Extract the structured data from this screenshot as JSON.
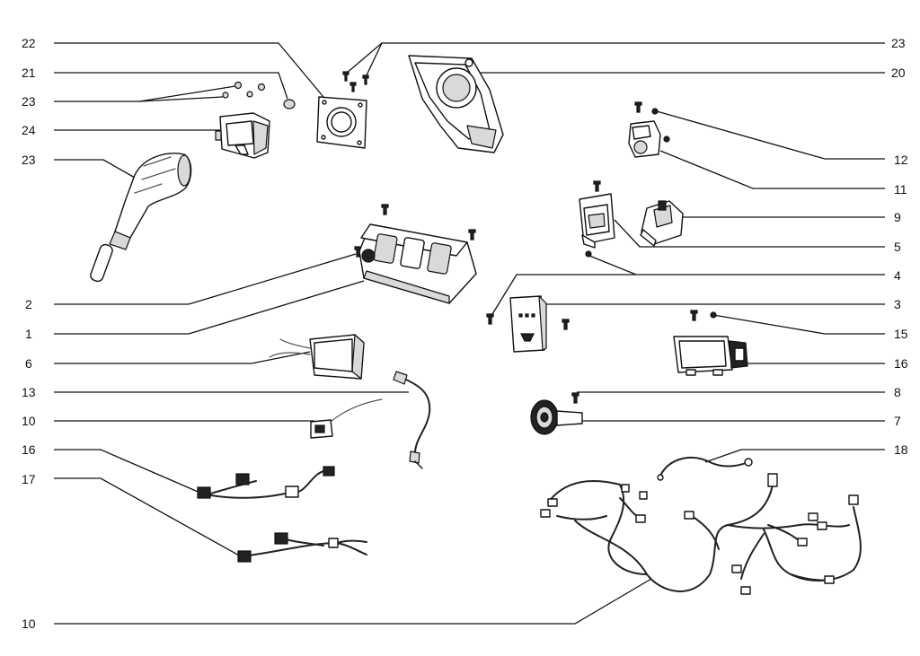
{
  "labels": {
    "left": [
      "22",
      "21",
      "23",
      "24",
      "23",
      "2",
      "1",
      "6",
      "13",
      "10",
      "16",
      "17",
      "10"
    ],
    "right": [
      "23",
      "20",
      "12",
      "11",
      "9",
      "5",
      "4",
      "3",
      "15",
      "16",
      "8",
      "7",
      "18"
    ]
  }
}
